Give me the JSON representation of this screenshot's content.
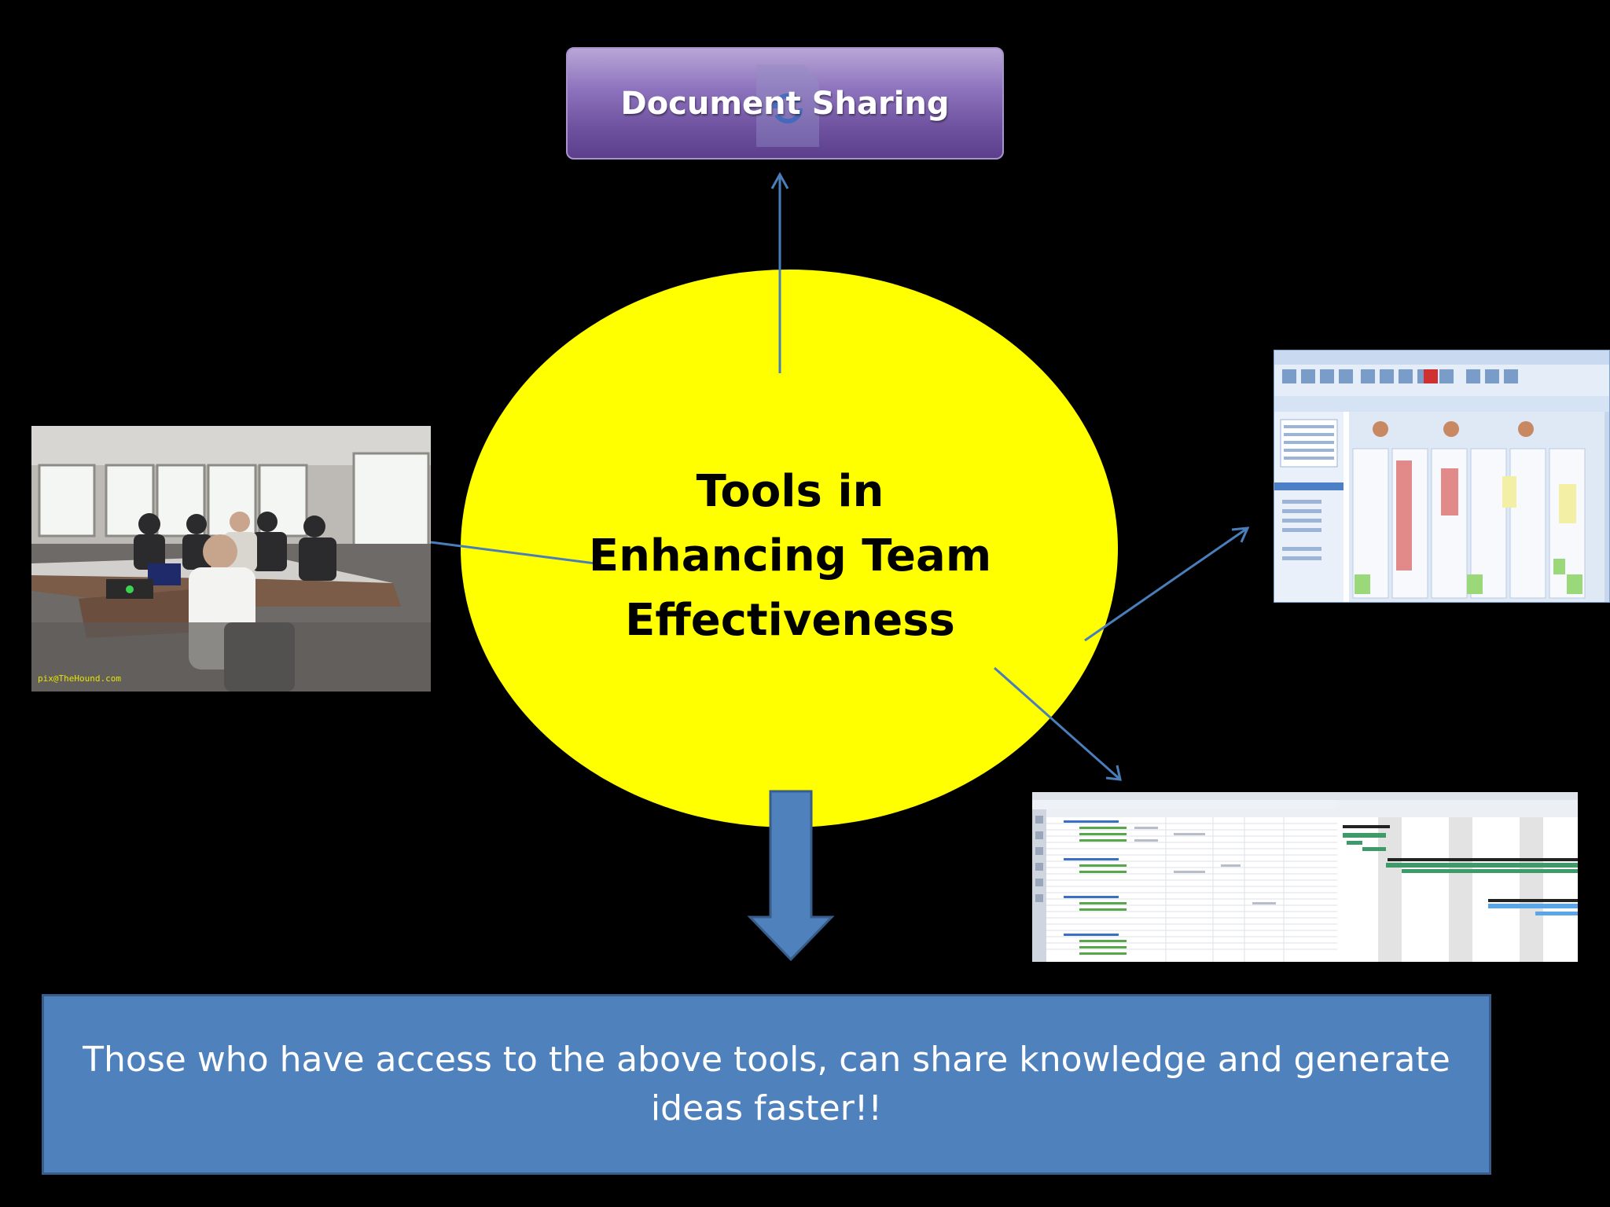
{
  "document_sharing": {
    "label": "Document Sharing"
  },
  "center": {
    "title": "Tools in\nEnhancing Team\nEffectiveness"
  },
  "pictures": {
    "meeting_caption": "pix@TheHound.com"
  },
  "bottom_box": {
    "text": "Those who have access to the above tools, can share knowledge and generate ideas faster!!"
  },
  "colors": {
    "background": "#000000",
    "ellipse": "#ffff00",
    "connector": "#4a7ebb",
    "box_fill": "#4f81bd",
    "doc_sharing": "#7c62b0"
  }
}
